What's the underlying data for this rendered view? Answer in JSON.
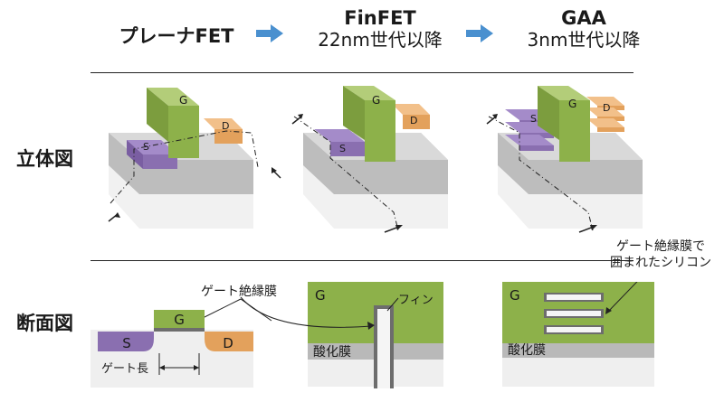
{
  "headers": {
    "planar": "プレーナFET",
    "finfet_title": "FinFET",
    "finfet_sub": "22nm世代以降",
    "gaa_title": "GAA",
    "gaa_sub": "3nm世代以降"
  },
  "row_labels": {
    "iso": "立体図",
    "cross": "断面図"
  },
  "iso_labels": {
    "gate": "G",
    "source": "S",
    "drain": "D"
  },
  "cross": {
    "gate_insulator": "ゲート絶縁膜",
    "gate_length": "ゲート長",
    "gate": "G",
    "source": "S",
    "drain": "D",
    "fin": "フィン",
    "oxide": "酸化膜",
    "gaa_note_line1": "ゲート絶縁膜で",
    "gaa_note_line2": "囲まれたシリコン"
  },
  "colors": {
    "gate_green": "#8db14a",
    "source_purple": "#8a6fb0",
    "drain_orange": "#e3a15c",
    "oxide_gray": "#b9b9b9",
    "substrate": "#ececec",
    "arrow_blue": "#4a90cf"
  }
}
